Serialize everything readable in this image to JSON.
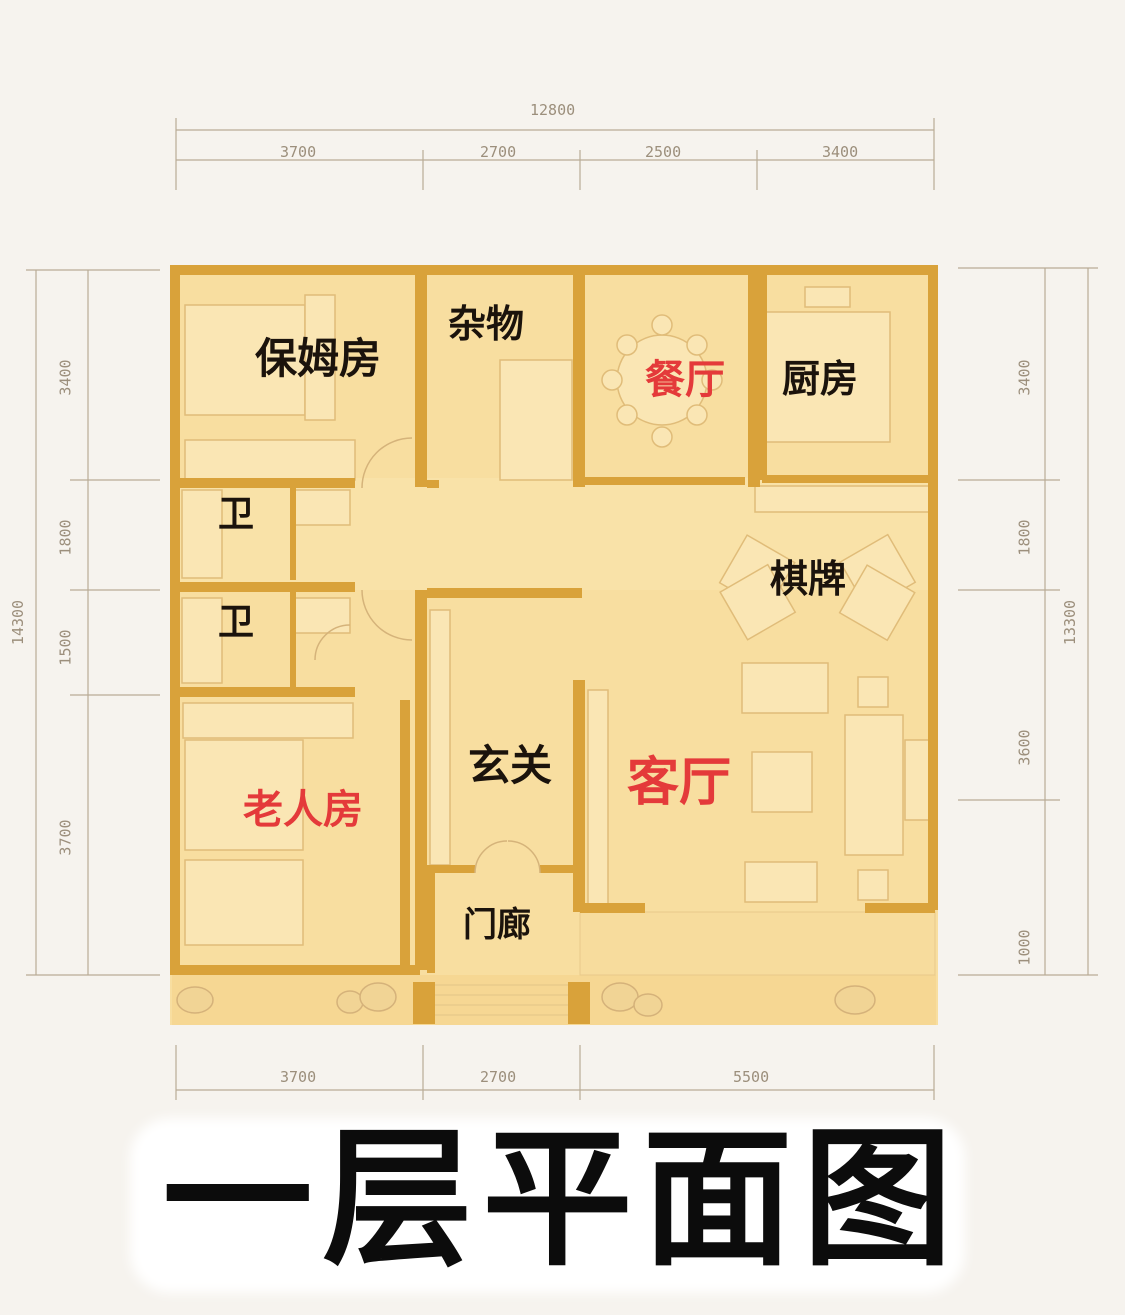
{
  "title": "一层平面图",
  "rooms": {
    "nanny_room": "保姆房",
    "storage": "杂物",
    "dining": "餐厅",
    "kitchen": "厨房",
    "bath_1": "卫",
    "bath_2": "卫",
    "chess_room": "棋牌",
    "foyer": "玄关",
    "living": "客厅",
    "elder_room": "老人房",
    "porch": "门廊"
  },
  "dimensions": {
    "top_total": "12800",
    "top_segments": [
      "3700",
      "2700",
      "2500",
      "3400"
    ],
    "bottom_segments": [
      "3700",
      "2700",
      "5500"
    ],
    "left_total": "14300",
    "left_segments": [
      "3400",
      "1800",
      "1500",
      "3700"
    ],
    "right_total": "13300",
    "right_segments": [
      "3400",
      "1800",
      "3600",
      "1000"
    ]
  },
  "colors": {
    "floor": "#f8dea0",
    "wall": "#d9a23a",
    "label_dark": "#1b130c",
    "label_red": "#e43a3a"
  }
}
